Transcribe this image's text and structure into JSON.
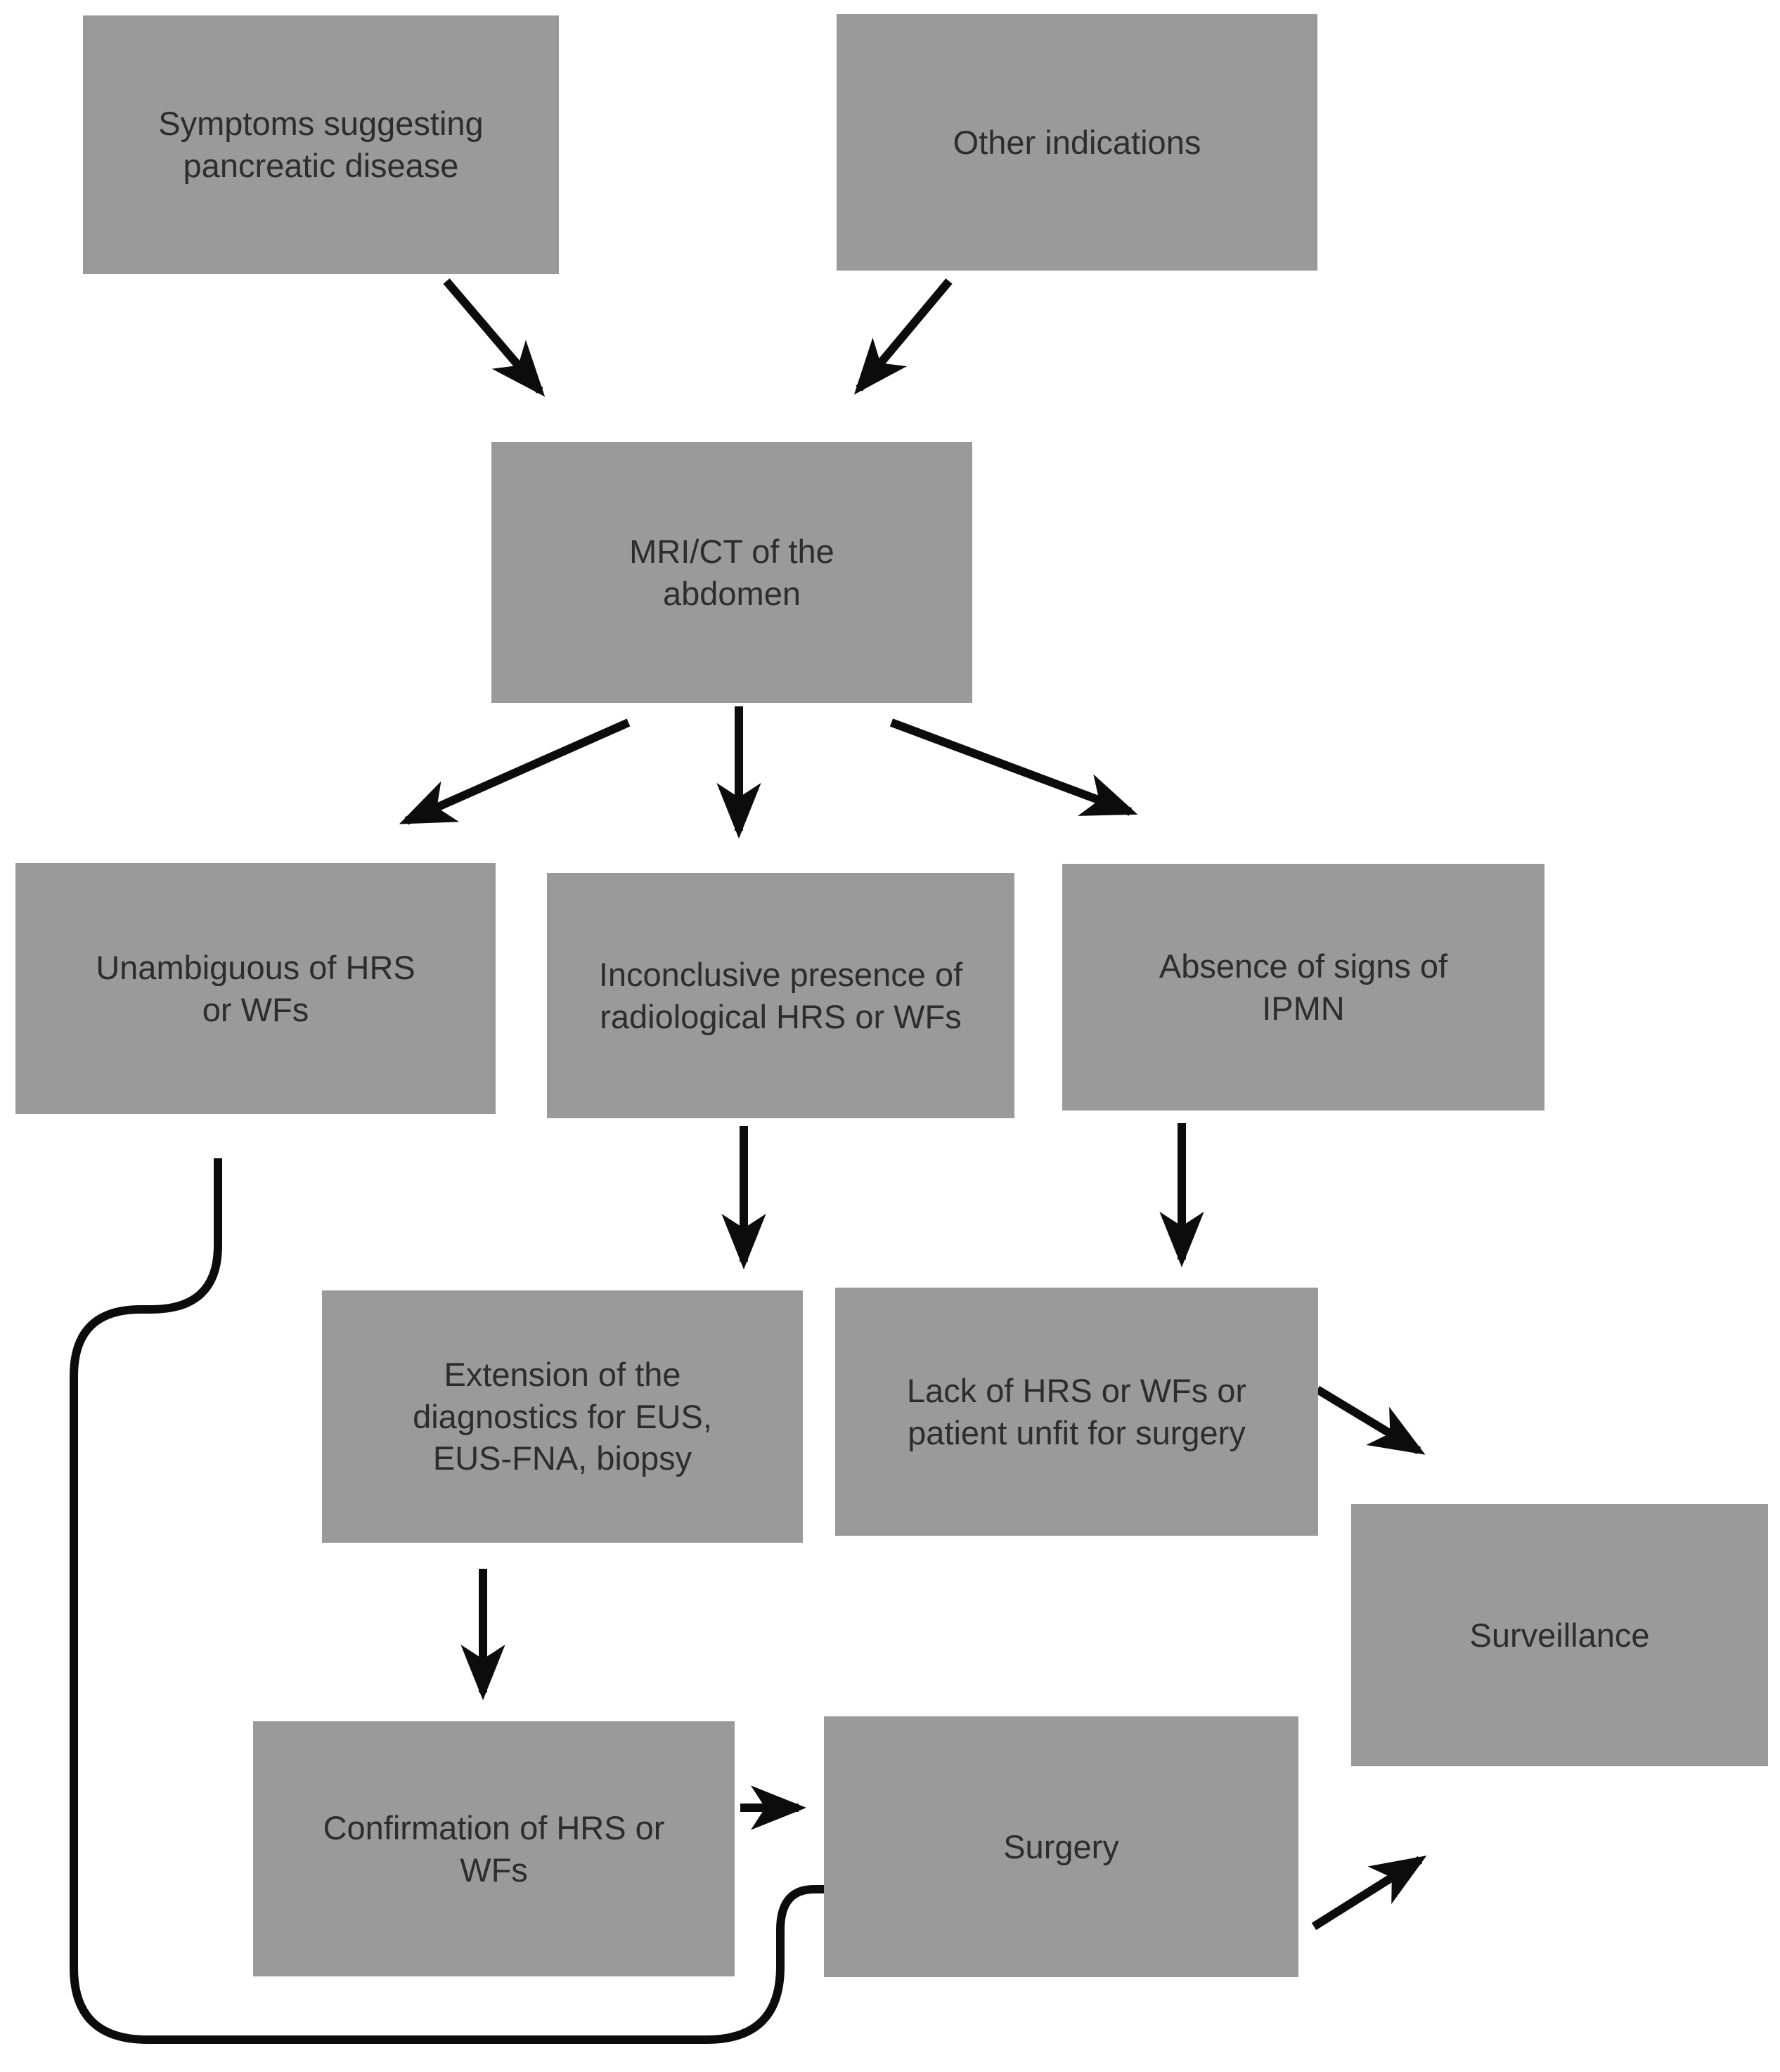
{
  "diagram": {
    "type": "flowchart",
    "colors": {
      "background": "#ffffff",
      "box_fill": "#9a9a9a",
      "box_text": "#2d2d2d",
      "line": "#0c0c0c"
    },
    "nodes": {
      "symptoms": {
        "label": "Symptoms suggesting pancreatic disease"
      },
      "other": {
        "label": "Other indications"
      },
      "mrict": {
        "label": "MRI/CT of the abdomen"
      },
      "unambiguous": {
        "label": "Unambiguous of HRS or WFs"
      },
      "inconclusive": {
        "label": "Inconclusive presence of radiological HRS or WFs"
      },
      "absence": {
        "label": "Absence of signs of IPMN"
      },
      "extension": {
        "label": "Extension of the diagnostics for EUS, EUS-FNA, biopsy"
      },
      "lack": {
        "label": "Lack of HRS or WFs or patient unfit for surgery"
      },
      "surveillance": {
        "label": "Surveillance"
      },
      "confirmation": {
        "label": "Confirmation of HRS or WFs"
      },
      "surgery": {
        "label": "Surgery"
      }
    },
    "edges": [
      {
        "from": "symptoms",
        "to": "mrict",
        "style": "arrow"
      },
      {
        "from": "other",
        "to": "mrict",
        "style": "arrow"
      },
      {
        "from": "mrict",
        "to": "unambiguous",
        "style": "arrow"
      },
      {
        "from": "mrict",
        "to": "inconclusive",
        "style": "arrow"
      },
      {
        "from": "mrict",
        "to": "absence",
        "style": "arrow"
      },
      {
        "from": "inconclusive",
        "to": "extension",
        "style": "arrow"
      },
      {
        "from": "absence",
        "to": "lack",
        "style": "arrow"
      },
      {
        "from": "extension",
        "to": "confirmation",
        "style": "arrow"
      },
      {
        "from": "confirmation",
        "to": "surgery",
        "style": "arrow"
      },
      {
        "from": "lack",
        "to": "surveillance",
        "style": "arrow"
      },
      {
        "from": "surgery",
        "to": "surveillance",
        "style": "arrow"
      },
      {
        "from": "unambiguous",
        "to": "surgery",
        "style": "elbow-line"
      }
    ]
  }
}
